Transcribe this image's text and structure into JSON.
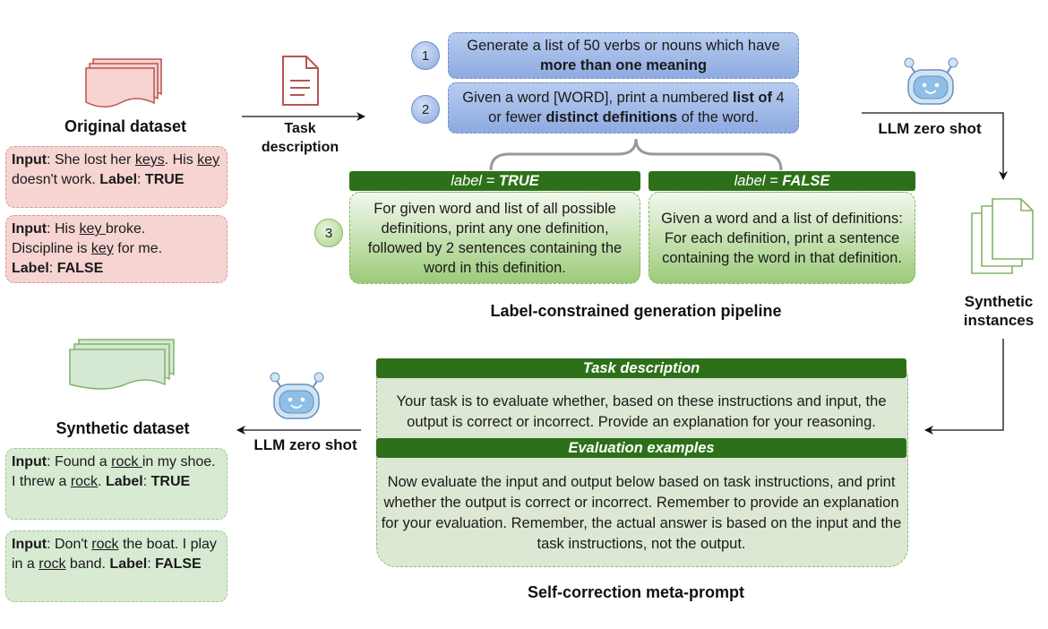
{
  "original_dataset": {
    "title": "Original dataset",
    "examples": [
      {
        "input_label": "Input",
        "text_a": ": She lost her ",
        "w1": "keys",
        "text_b": ". His ",
        "w2": "key ",
        "text_c": "doesn't work. ",
        "label_key": "Label",
        "label_sep": ":",
        "label_value": "TRUE"
      },
      {
        "input_label": "Input",
        "text_a": ": His ",
        "w1": "key ",
        "text_b": "broke. Discipline is ",
        "w2": "key",
        "text_c": " for me. ",
        "label_key": "Label",
        "label_sep": ": ",
        "label_value": "FALSE"
      }
    ]
  },
  "task_description_arrow": {
    "line1": "Task",
    "line2": "description"
  },
  "steps": [
    {
      "number": "1",
      "text_plain": "Generate a list of 50 verbs or nouns which have ",
      "text_bold": "more than one meaning"
    },
    {
      "number": "2",
      "p1": "Given a word [WORD], print a numbered ",
      "b1": "list of",
      "p2": " 4 or fewer ",
      "b2": "distinct definitions",
      "p3": " of the word."
    },
    {
      "number": "3"
    }
  ],
  "label_true": {
    "header_prefix": "label = ",
    "header_value": "TRUE",
    "text": "For given word and list of all possible definitions, print any one definition, followed by 2 sentences containing the word in this definition."
  },
  "label_false": {
    "header_prefix": "label = ",
    "header_value": "FALSE",
    "text": "Given a word and a list of definitions: For each definition, print a sentence containing the word in that definition."
  },
  "pipeline_caption": "Label-constrained generation pipeline",
  "llm_zero_shot_top": "LLM zero shot",
  "synthetic_instances": {
    "line1": "Synthetic",
    "line2": "instances"
  },
  "meta_prompt": {
    "task_header": "Task description",
    "task_text": "Your task is to evaluate whether, based on these instructions and input, the output is correct or incorrect. Provide an explanation for your reasoning.",
    "eval_header": "Evaluation examples",
    "eval_text": "Now evaluate the input and output below based on task instructions, and print whether the output is correct or incorrect. Remember to provide an explanation for your evaluation. Remember, the actual answer is based on the input and the task instructions, not the output.",
    "caption": "Self-correction meta-prompt"
  },
  "llm_zero_shot_bottom": "LLM zero shot",
  "synthetic_dataset": {
    "title": "Synthetic dataset",
    "examples": [
      {
        "input_label": "Input",
        "text_a": ": Found a ",
        "w1": "rock ",
        "text_b": "in my shoe. I threw a ",
        "w2": "rock",
        "text_c": ". ",
        "label_key": "Label",
        "label_sep": ":",
        "label_value": "TRUE"
      },
      {
        "input_label": "Input",
        "text_a": ": Don't ",
        "w1": "rock",
        "text_b": " the boat. I play in a ",
        "w2": "rock",
        "text_c": " band. ",
        "label_key": "Label",
        "label_sep": ":",
        "label_value": "FALSE"
      }
    ]
  },
  "colors": {
    "red": "#f6d4d2",
    "green": "#d8ead2",
    "blue": "#8eaae0",
    "dark_green": "#2d7019"
  }
}
